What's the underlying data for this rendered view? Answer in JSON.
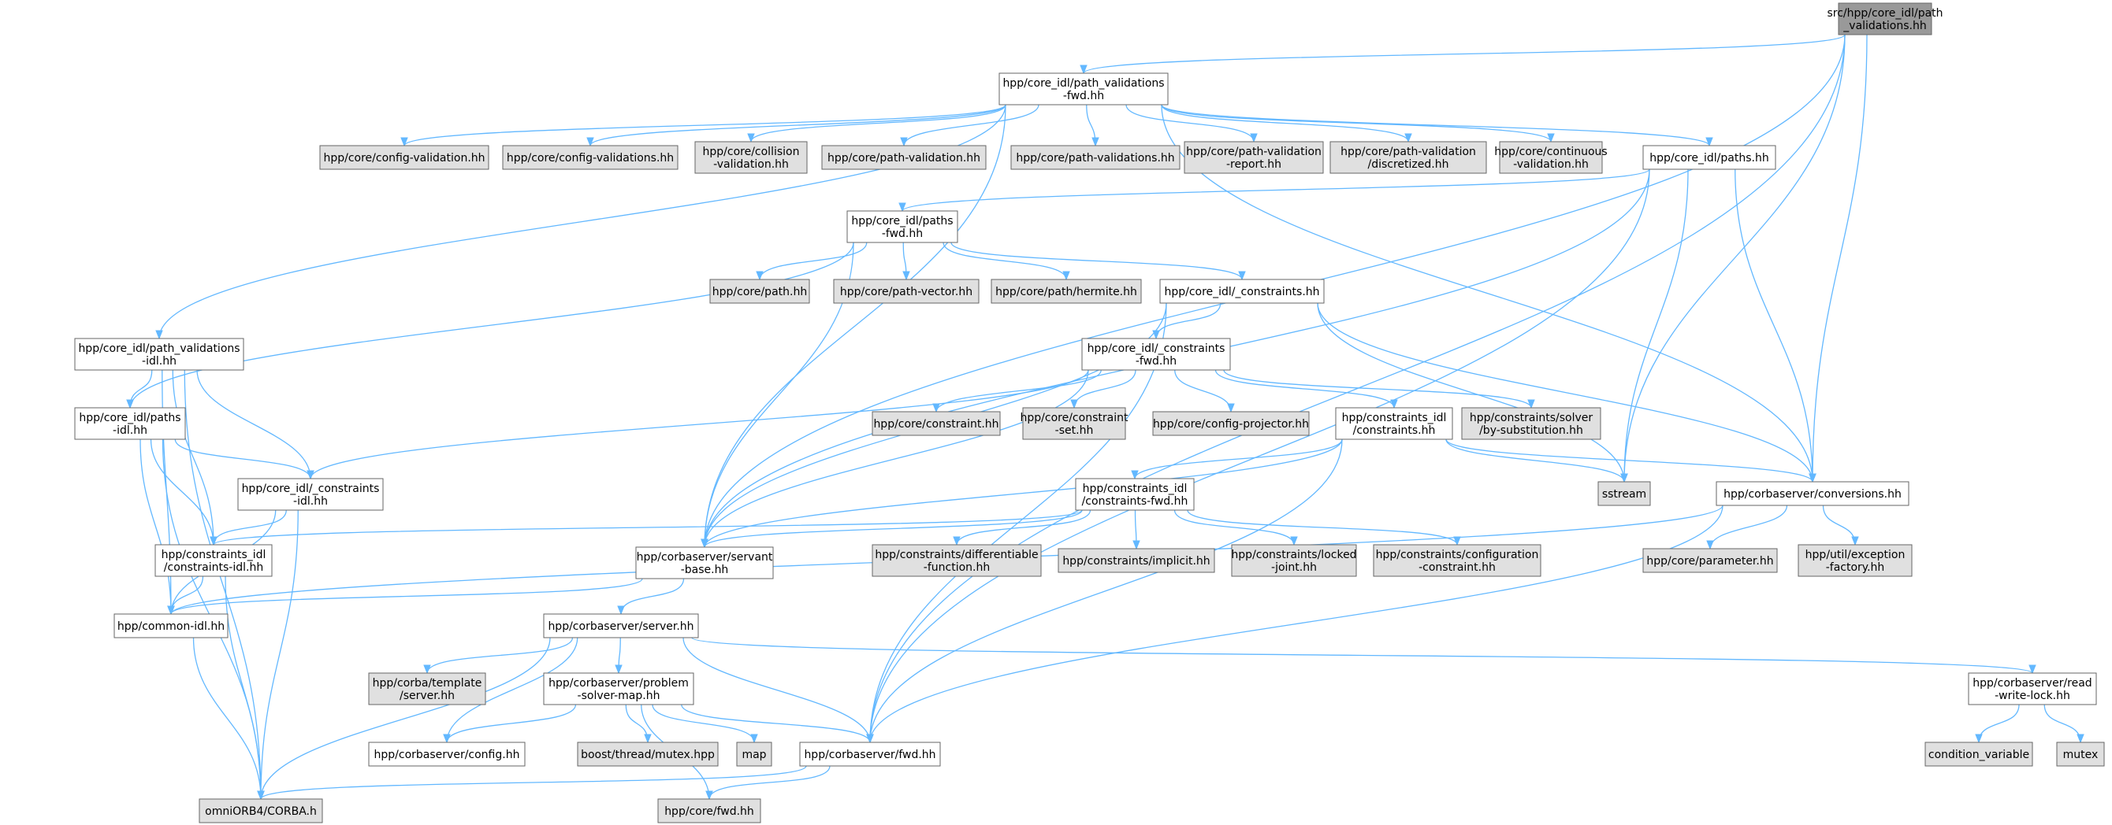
{
  "diagram": {
    "type": "include-dependency-graph",
    "colors": {
      "background": "#ffffff",
      "root_fill": "#999999",
      "documented_fill": "#ffffff",
      "external_fill": "#e0e0e0",
      "border": "#666666",
      "edge": "#63b8ff"
    },
    "nodes": [
      {
        "id": "root",
        "kind": "root",
        "lines": [
          "src/hpp/core_idl/path",
          "_validations.hh"
        ]
      },
      {
        "id": "pvfwd",
        "kind": "doc",
        "lines": [
          "hpp/core_idl/path_validations",
          "-fwd.hh"
        ]
      },
      {
        "id": "cfgval",
        "kind": "ext",
        "lines": [
          "hpp/core/config-validation.hh"
        ]
      },
      {
        "id": "cfgvals",
        "kind": "ext",
        "lines": [
          "hpp/core/config-validations.hh"
        ]
      },
      {
        "id": "collval",
        "kind": "ext",
        "lines": [
          "hpp/core/collision",
          "-validation.hh"
        ]
      },
      {
        "id": "pathval",
        "kind": "ext",
        "lines": [
          "hpp/core/path-validation.hh"
        ]
      },
      {
        "id": "pathvals",
        "kind": "ext",
        "lines": [
          "hpp/core/path-validations.hh"
        ]
      },
      {
        "id": "pvreport",
        "kind": "ext",
        "lines": [
          "hpp/core/path-validation",
          "-report.hh"
        ]
      },
      {
        "id": "pvdisc",
        "kind": "ext",
        "lines": [
          "hpp/core/path-validation",
          "/discretized.hh"
        ]
      },
      {
        "id": "contval",
        "kind": "ext",
        "lines": [
          "hpp/core/continuous",
          "-validation.hh"
        ]
      },
      {
        "id": "paths",
        "kind": "doc",
        "lines": [
          "hpp/core_idl/paths.hh"
        ]
      },
      {
        "id": "pathsfwd",
        "kind": "doc",
        "lines": [
          "hpp/core_idl/paths",
          "-fwd.hh"
        ]
      },
      {
        "id": "corepath",
        "kind": "ext",
        "lines": [
          "hpp/core/path.hh"
        ]
      },
      {
        "id": "pathvec",
        "kind": "ext",
        "lines": [
          "hpp/core/path-vector.hh"
        ]
      },
      {
        "id": "hermite",
        "kind": "ext",
        "lines": [
          "hpp/core/path/hermite.hh"
        ]
      },
      {
        "id": "constr",
        "kind": "doc",
        "lines": [
          "hpp/core_idl/_constraints.hh"
        ]
      },
      {
        "id": "constrfwd",
        "kind": "doc",
        "lines": [
          "hpp/core_idl/_constraints",
          "-fwd.hh"
        ]
      },
      {
        "id": "coreconstr",
        "kind": "ext",
        "lines": [
          "hpp/core/constraint.hh"
        ]
      },
      {
        "id": "constrset",
        "kind": "ext",
        "lines": [
          "hpp/core/constraint",
          "-set.hh"
        ]
      },
      {
        "id": "cfgproj",
        "kind": "ext",
        "lines": [
          "hpp/core/config-projector.hh"
        ]
      },
      {
        "id": "cidlconstr",
        "kind": "doc",
        "lines": [
          "hpp/constraints_idl",
          "/constraints.hh"
        ]
      },
      {
        "id": "bysubst",
        "kind": "ext",
        "lines": [
          "hpp/constraints/solver",
          "/by-substitution.hh"
        ]
      },
      {
        "id": "pvidl",
        "kind": "doc",
        "lines": [
          "hpp/core_idl/path_validations",
          "-idl.hh"
        ]
      },
      {
        "id": "pathsidl",
        "kind": "doc",
        "lines": [
          "hpp/core_idl/paths",
          "-idl.hh"
        ]
      },
      {
        "id": "constridl",
        "kind": "doc",
        "lines": [
          "hpp/core_idl/_constraints",
          "-idl.hh"
        ]
      },
      {
        "id": "cidlconstridl",
        "kind": "doc",
        "lines": [
          "hpp/constraints_idl",
          "/constraints-idl.hh"
        ]
      },
      {
        "id": "commonidl",
        "kind": "doc",
        "lines": [
          "hpp/common-idl.hh"
        ]
      },
      {
        "id": "cidlfwd",
        "kind": "doc",
        "lines": [
          "hpp/constraints_idl",
          "/constraints-fwd.hh"
        ]
      },
      {
        "id": "servant",
        "kind": "doc",
        "lines": [
          "hpp/corbaserver/servant",
          "-base.hh"
        ]
      },
      {
        "id": "diffun",
        "kind": "ext",
        "lines": [
          "hpp/constraints/differentiable",
          "-function.hh"
        ]
      },
      {
        "id": "implicit",
        "kind": "ext",
        "lines": [
          "hpp/constraints/implicit.hh"
        ]
      },
      {
        "id": "locked",
        "kind": "ext",
        "lines": [
          "hpp/constraints/locked",
          "-joint.hh"
        ]
      },
      {
        "id": "cfgconstr",
        "kind": "ext",
        "lines": [
          "hpp/constraints/configuration",
          "-constraint.hh"
        ]
      },
      {
        "id": "sstream",
        "kind": "ext",
        "lines": [
          "sstream"
        ]
      },
      {
        "id": "conv",
        "kind": "doc",
        "lines": [
          "hpp/corbaserver/conversions.hh"
        ]
      },
      {
        "id": "param",
        "kind": "ext",
        "lines": [
          "hpp/core/parameter.hh"
        ]
      },
      {
        "id": "excfact",
        "kind": "ext",
        "lines": [
          "hpp/util/exception",
          "-factory.hh"
        ]
      },
      {
        "id": "server",
        "kind": "doc",
        "lines": [
          "hpp/corbaserver/server.hh"
        ]
      },
      {
        "id": "tmplserver",
        "kind": "ext",
        "lines": [
          "hpp/corba/template",
          "/server.hh"
        ]
      },
      {
        "id": "probmap",
        "kind": "doc",
        "lines": [
          "hpp/corbaserver/problem",
          "-solver-map.hh"
        ]
      },
      {
        "id": "config",
        "kind": "doc",
        "lines": [
          "hpp/corbaserver/config.hh"
        ]
      },
      {
        "id": "mutexhpp",
        "kind": "ext",
        "lines": [
          "boost/thread/mutex.hpp"
        ]
      },
      {
        "id": "map",
        "kind": "ext",
        "lines": [
          "map"
        ]
      },
      {
        "id": "fwd",
        "kind": "doc",
        "lines": [
          "hpp/corbaserver/fwd.hh"
        ]
      },
      {
        "id": "rwlock",
        "kind": "doc",
        "lines": [
          "hpp/corbaserver/read",
          "-write-lock.hh"
        ]
      },
      {
        "id": "condvar",
        "kind": "ext",
        "lines": [
          "condition_variable"
        ]
      },
      {
        "id": "mutex",
        "kind": "ext",
        "lines": [
          "mutex"
        ]
      },
      {
        "id": "omni",
        "kind": "ext",
        "lines": [
          "omniORB4/CORBA.h"
        ]
      },
      {
        "id": "corefwd",
        "kind": "ext",
        "lines": [
          "hpp/core/fwd.hh"
        ]
      }
    ],
    "edges": [
      [
        "root",
        "pvfwd"
      ],
      [
        "root",
        "servant"
      ],
      [
        "root",
        "sstream"
      ],
      [
        "root",
        "conv"
      ],
      [
        "root",
        "fwd"
      ],
      [
        "pvfwd",
        "cfgval"
      ],
      [
        "pvfwd",
        "cfgvals"
      ],
      [
        "pvfwd",
        "collval"
      ],
      [
        "pvfwd",
        "pathval"
      ],
      [
        "pvfwd",
        "pathvals"
      ],
      [
        "pvfwd",
        "pvreport"
      ],
      [
        "pvfwd",
        "pvdisc"
      ],
      [
        "pvfwd",
        "contval"
      ],
      [
        "pvfwd",
        "paths"
      ],
      [
        "pvfwd",
        "pvidl"
      ],
      [
        "pvfwd",
        "servant"
      ],
      [
        "pvfwd",
        "conv"
      ],
      [
        "paths",
        "pathsfwd"
      ],
      [
        "paths",
        "servant"
      ],
      [
        "paths",
        "fwd"
      ],
      [
        "paths",
        "sstream"
      ],
      [
        "paths",
        "conv"
      ],
      [
        "pathsfwd",
        "corepath"
      ],
      [
        "pathsfwd",
        "pathvec"
      ],
      [
        "pathsfwd",
        "hermite"
      ],
      [
        "pathsfwd",
        "constr"
      ],
      [
        "pathsfwd",
        "pathsidl"
      ],
      [
        "pathsfwd",
        "servant"
      ],
      [
        "constr",
        "constrfwd"
      ],
      [
        "constr",
        "servant"
      ],
      [
        "constr",
        "fwd"
      ],
      [
        "constr",
        "sstream"
      ],
      [
        "constr",
        "conv"
      ],
      [
        "constrfwd",
        "coreconstr"
      ],
      [
        "constrfwd",
        "constrset"
      ],
      [
        "constrfwd",
        "cfgproj"
      ],
      [
        "constrfwd",
        "cidlconstr"
      ],
      [
        "constrfwd",
        "bysubst"
      ],
      [
        "constrfwd",
        "constridl"
      ],
      [
        "constrfwd",
        "servant"
      ],
      [
        "cidlconstr",
        "cidlfwd"
      ],
      [
        "cidlconstr",
        "servant"
      ],
      [
        "cidlconstr",
        "fwd"
      ],
      [
        "cidlconstr",
        "sstream"
      ],
      [
        "cidlconstr",
        "conv"
      ],
      [
        "cidlfwd",
        "diffun"
      ],
      [
        "cidlfwd",
        "implicit"
      ],
      [
        "cidlfwd",
        "locked"
      ],
      [
        "cidlfwd",
        "cfgconstr"
      ],
      [
        "cidlfwd",
        "cidlconstridl"
      ],
      [
        "cidlfwd",
        "servant"
      ],
      [
        "pvidl",
        "pathsidl"
      ],
      [
        "pvidl",
        "constridl"
      ],
      [
        "pvidl",
        "cidlconstridl"
      ],
      [
        "pvidl",
        "commonidl"
      ],
      [
        "pvidl",
        "omni"
      ],
      [
        "pathsidl",
        "constridl"
      ],
      [
        "pathsidl",
        "cidlconstridl"
      ],
      [
        "pathsidl",
        "commonidl"
      ],
      [
        "pathsidl",
        "omni"
      ],
      [
        "constridl",
        "cidlconstridl"
      ],
      [
        "constridl",
        "commonidl"
      ],
      [
        "constridl",
        "omni"
      ],
      [
        "cidlconstridl",
        "commonidl"
      ],
      [
        "cidlconstridl",
        "omni"
      ],
      [
        "commonidl",
        "omni"
      ],
      [
        "servant",
        "commonidl"
      ],
      [
        "servant",
        "server"
      ],
      [
        "conv",
        "param"
      ],
      [
        "conv",
        "excfact"
      ],
      [
        "conv",
        "commonidl"
      ],
      [
        "conv",
        "fwd"
      ],
      [
        "server",
        "tmplserver"
      ],
      [
        "server",
        "probmap"
      ],
      [
        "server",
        "config"
      ],
      [
        "server",
        "fwd"
      ],
      [
        "server",
        "rwlock"
      ],
      [
        "server",
        "omni"
      ],
      [
        "probmap",
        "config"
      ],
      [
        "probmap",
        "mutexhpp"
      ],
      [
        "probmap",
        "map"
      ],
      [
        "probmap",
        "fwd"
      ],
      [
        "probmap",
        "corefwd"
      ],
      [
        "fwd",
        "omni"
      ],
      [
        "fwd",
        "corefwd"
      ],
      [
        "rwlock",
        "condvar"
      ],
      [
        "rwlock",
        "mutex"
      ]
    ]
  }
}
